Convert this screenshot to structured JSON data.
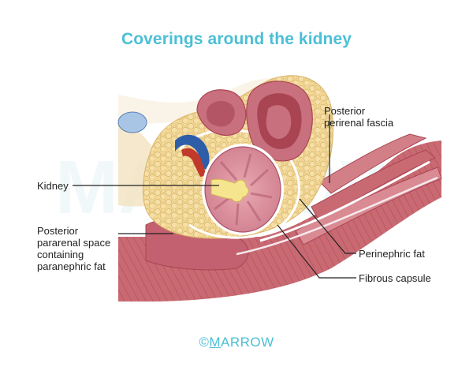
{
  "title": "Coverings around the kidney",
  "labels": {
    "posterior_perirenal_fascia": [
      "Posterior",
      "perirenal fascia"
    ],
    "kidney": "Kidney",
    "posterior_pararenal_space": [
      "Posterior",
      "pararenal space",
      "containing",
      "paranephric fat"
    ],
    "perinephric_fat": "Perinephric fat",
    "fibrous_capsule": "Fibrous capsule"
  },
  "watermark": "MARROW",
  "logo": {
    "copyright": "©",
    "first_letter": "M",
    "rest": "ARROW"
  },
  "colors": {
    "title": "#4bbfd6",
    "fat": "#f1d694",
    "fat_outline": "#d9b56a",
    "muscle": "#c96a73",
    "muscle_dark": "#a94552",
    "kidney": "#d98b98",
    "kidney_outline": "#a9556a",
    "renal_pelvis": "#f6e58f",
    "vein": "#2f5ea8",
    "artery": "#c0392b",
    "bowel": "#c9707f",
    "fascia": "#ffffff"
  }
}
